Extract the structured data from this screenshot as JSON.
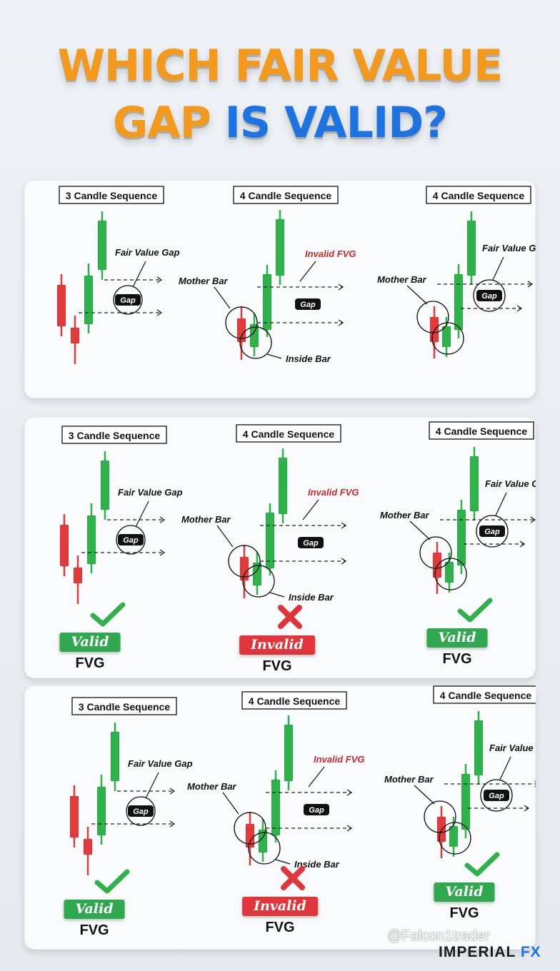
{
  "title": {
    "line1": "WHICH FAIR VALUE",
    "line2_part1": "GAP",
    "line2_part2": "IS VALID?"
  },
  "labels": {
    "three_seq": "3 Candle Sequence",
    "four_seq": "4 Candle Sequence",
    "fair_value_gap": "Fair Value Gap",
    "invalid_fvg": "Invalid FVG",
    "mother_bar": "Mother Bar",
    "inside_bar": "Inside Bar",
    "gap": "Gap"
  },
  "verdicts": {
    "valid": "Valid",
    "invalid": "Invalid",
    "fvg": "FVG"
  },
  "colors": {
    "bull": "#2fb24c",
    "bear": "#e23b3b",
    "invalid_text": "#d7262b",
    "title_orange": "#f39a1d",
    "title_blue": "#1d74e0"
  },
  "watermark": "@Falcon1trader",
  "brand": {
    "name": "IMPERIAL",
    "suffix": "FX"
  }
}
